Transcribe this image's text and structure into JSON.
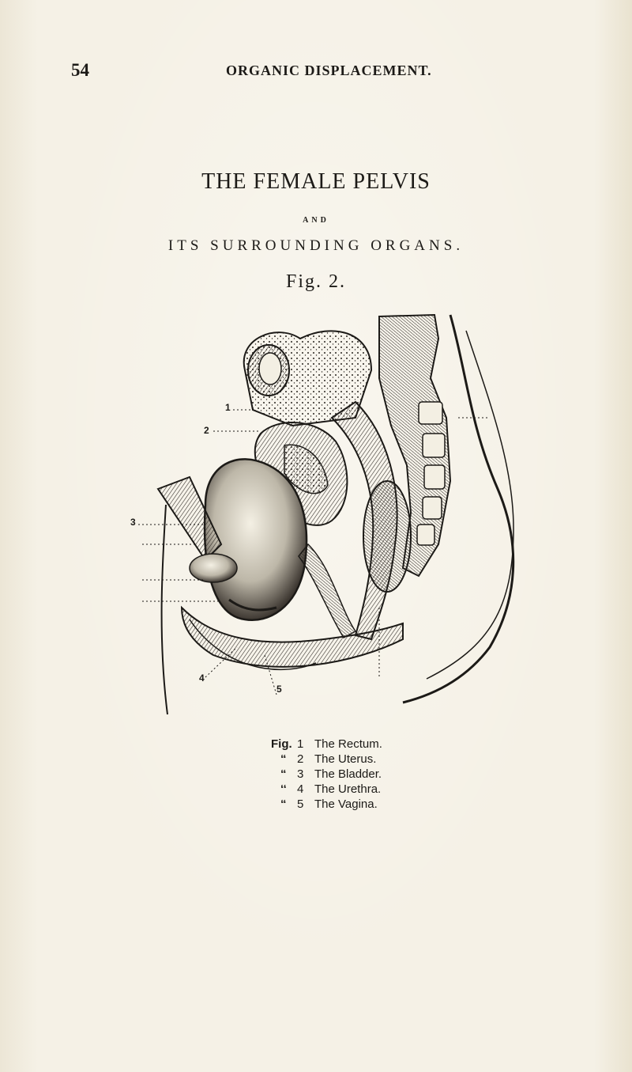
{
  "header": {
    "page_number": "54",
    "running_title": "ORGANIC DISPLACEMENT."
  },
  "title": {
    "main": "THE FEMALE PELVIS",
    "connector": "AND",
    "subtitle": "ITS SURROUNDING ORGANS."
  },
  "figure": {
    "label": "Fig. 2.",
    "callouts": [
      "1",
      "2",
      "3",
      "4",
      "5"
    ]
  },
  "legend": [
    {
      "prefix": "Fig.",
      "number": "1",
      "organ": "The Rectum."
    },
    {
      "prefix": "“",
      "number": "2",
      "organ": "The Uterus."
    },
    {
      "prefix": "“",
      "number": "3",
      "organ": "The Bladder."
    },
    {
      "prefix": "‘‘",
      "number": "4",
      "organ": "The Urethra."
    },
    {
      "prefix": "“",
      "number": "5",
      "organ": "The Vagina."
    }
  ]
}
